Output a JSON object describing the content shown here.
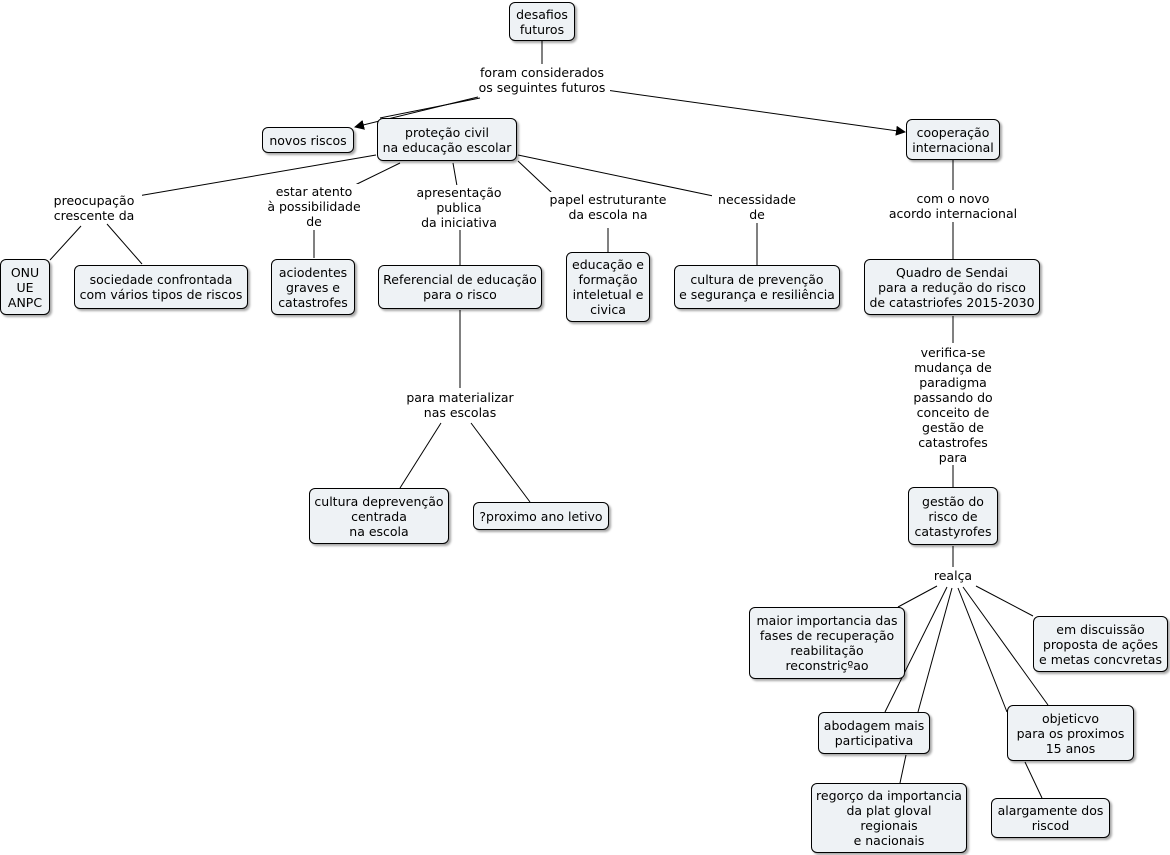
{
  "nodes": {
    "desafios": "desafios\nfuturos",
    "novos_riscos": "novos riscos",
    "protecao": "proteção civil\nna educação escolar",
    "cooperacao": "cooperação\ninternacional",
    "onu": "ONU\nUE\nANPC",
    "sociedade": "sociedade confrontada\ncom vários tipos de riscos",
    "acidentes": "aciodentes\ngraves e\ncatastrofes",
    "referencial": "Referencial de educação\npara o risco",
    "educacao_formacao": "educação e\nformação\ninteletual e\ncivica",
    "cultura_prevencao": "cultura de prevenção\ne segurança e resiliência",
    "sendai": "Quadro de Sendai\npara a redução do risco\nde catastriofes 2015-2030",
    "cultura_deprevencao": "cultura deprevenção\ncentrada\nna escola",
    "proximo_ano": "?proximo ano letivo",
    "gestao": "gestão do\nrisco de\ncatastyrofes",
    "maior_importancia": "maior importancia das\nfases de recuperação\nreabilitação\nreconstriçºao",
    "discussao": "em discuissão\nproposta de ações\ne metas concvretas",
    "abordagem": "abodagem mais\nparticipativa",
    "objetivo": "objeticvo\npara os proximos\n15 anos",
    "reforco": "regorço da importancia\nda plat gloval\nregionais\ne nacionais",
    "alargamente": "alargamente dos\nriscod"
  },
  "links": {
    "foram": "foram considerados\nos seguintes futuros",
    "preocupacao": "preocupação\ncrescente da",
    "estar_atento": "estar atento\nà possibilidade\nde",
    "apresentacao": "apresentação\npublica\nda iniciativa",
    "papel": "papel estruturante\nda escola na",
    "necessidade": "necessidade\nde",
    "com_novo": "com o novo\nacordo internacional",
    "materializar": "para materializar\nnas escolas",
    "verifica": "verifica-se\nmudança de\nparadigma\npassando do\nconceito de\ngestão de\ncatastrofes\npara",
    "realca": "realça"
  }
}
